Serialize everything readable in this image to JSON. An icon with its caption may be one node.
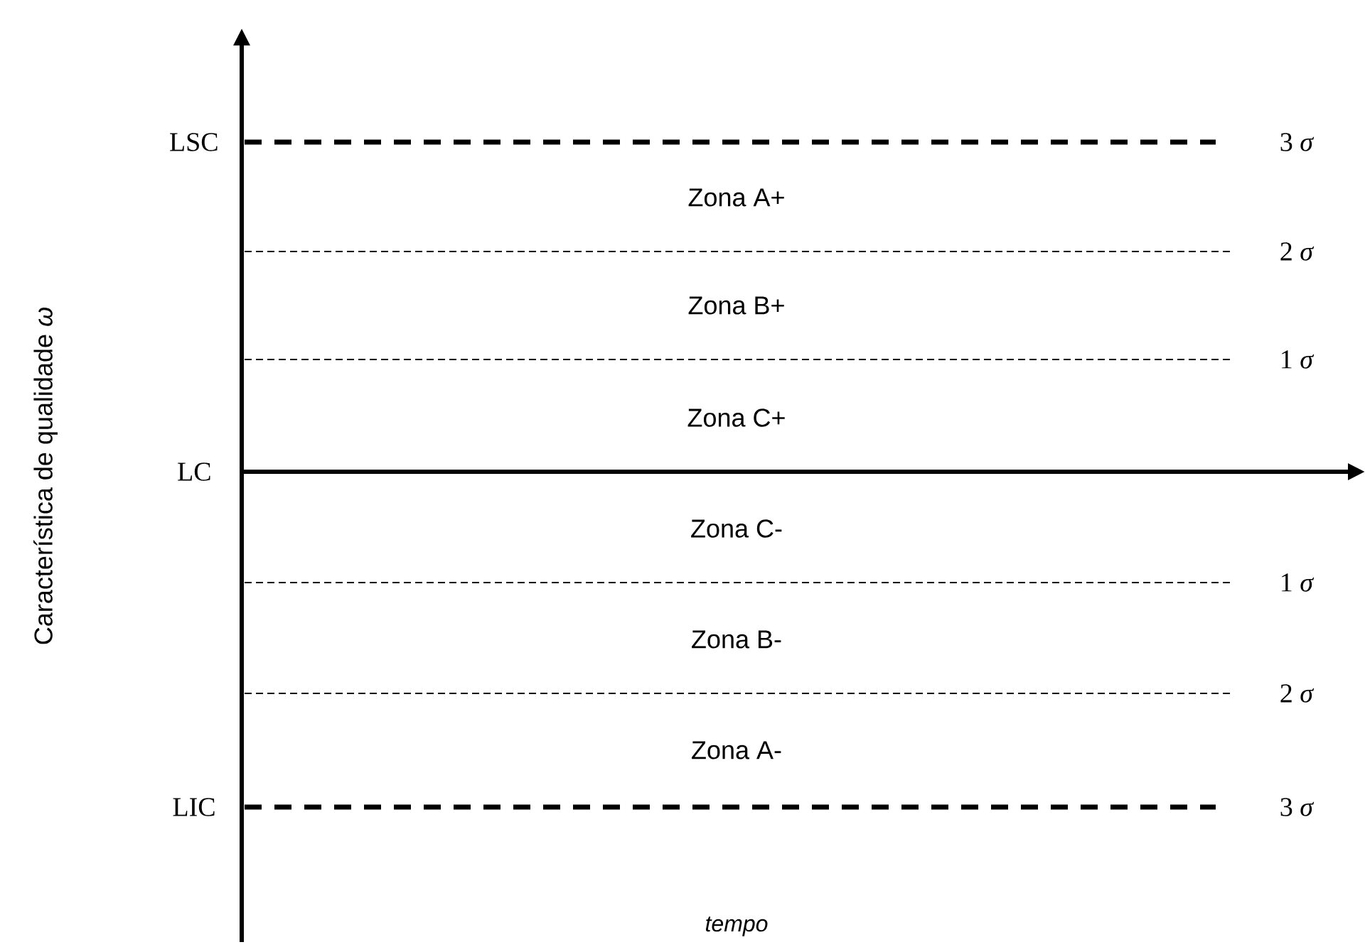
{
  "diagram": {
    "labels": [
      "LSC",
      "3 *σ*",
      "Zona A+",
      "2 *σ*",
      "Zona B+",
      "1 *σ*",
      "Zona C+",
      "LC",
      "Zona C-",
      "1 *σ*",
      "Zona B-",
      "2 *σ*",
      "Zona A-",
      "LIC",
      "3 *σ*",
      "tempo",
      "Característica de qualidade *ω*"
    ]
  }
}
